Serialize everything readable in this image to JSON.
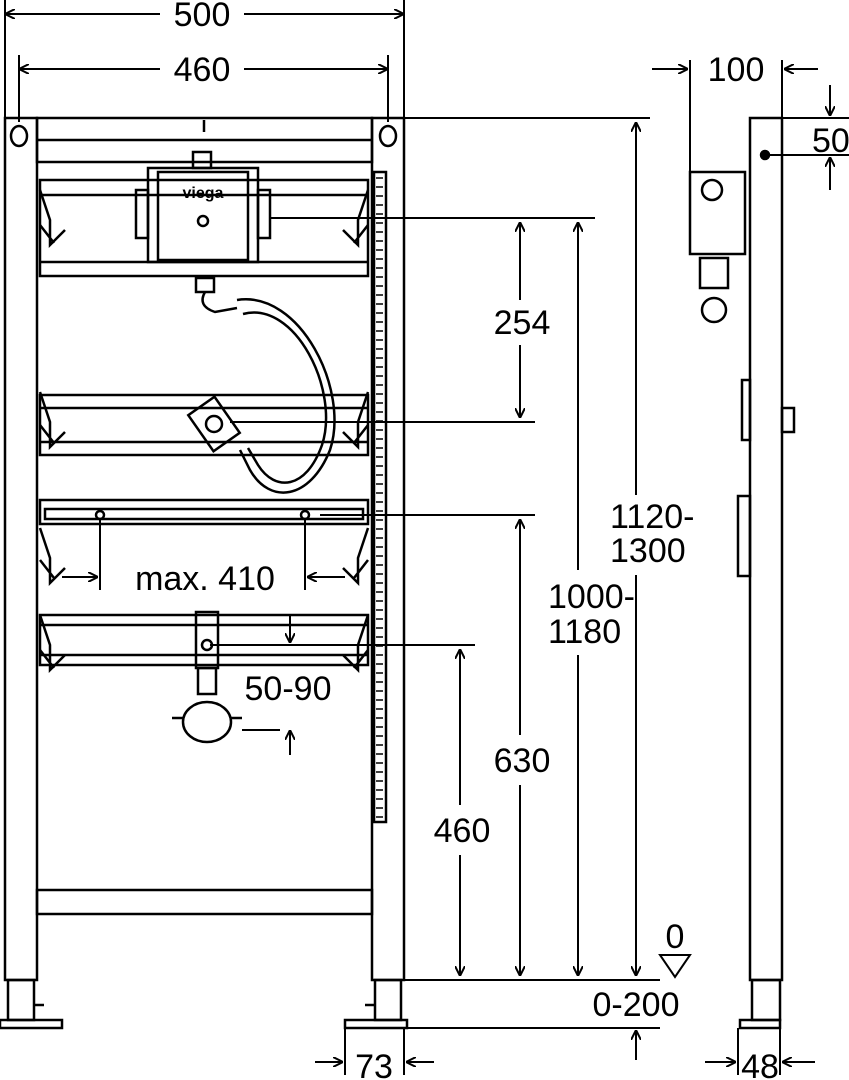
{
  "brand": "viega",
  "dimensions": {
    "overall_width": "500",
    "post_spacing": "460",
    "depth": "100",
    "top_offset": "50",
    "valve_spacing": "254",
    "max_span": "max. 410",
    "height_range_a_1": "1120-",
    "height_range_a_2": "1300",
    "height_range_b_1": "1000-",
    "height_range_b_2": "1180",
    "rail_height": "630",
    "clamp_height": "460",
    "clamp_adjust": "50-90",
    "floor_level": "0",
    "foot_adjust": "0-200",
    "foot_width": "73",
    "foot_depth": "48"
  },
  "colors": {
    "line": "#000000",
    "background": "#ffffff"
  }
}
